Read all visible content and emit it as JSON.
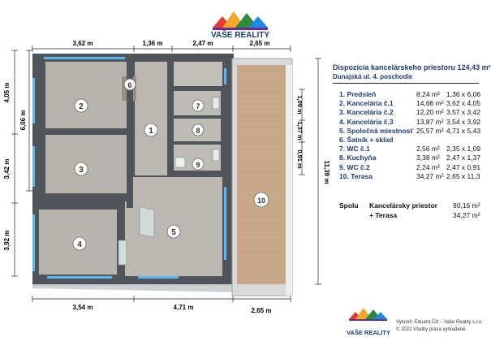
{
  "brand": {
    "name": "VAŠE REALITY",
    "colors": [
      "#e53935",
      "#f4a52a",
      "#2e8b3c",
      "#1e88e5",
      "#6a2c91"
    ]
  },
  "dims": {
    "top": [
      "3,62 m",
      "1,36 m",
      "2,47 m",
      "2,65 m"
    ],
    "bottom": [
      "3,54 m",
      "4,71 m",
      "2,65 m"
    ],
    "left": [
      "4,05 m",
      "6,06 m",
      "3,42 m",
      "3,92 m"
    ],
    "right": [
      "1,09 m",
      "1,37 m",
      "0,91 m",
      "11,39 m"
    ]
  },
  "room_numbers": [
    "1",
    "2",
    "3",
    "4",
    "5",
    "6",
    "7",
    "8",
    "9",
    "10"
  ],
  "legend": {
    "title": "Dispozícia kancelárskeho priestoru 124,43 m²",
    "subtitle": "Dunajská ul. 4. poschodie",
    "rooms": [
      {
        "name": "1.  Predsieň",
        "area": "8,24 m²",
        "dims": "1,36 x 6,06"
      },
      {
        "name": "2.  Kancelária č.1",
        "area": "14,66 m²",
        "dims": "3,62 x 4,05"
      },
      {
        "name": "3.  Kancelária č.2",
        "area": "12,20 m²",
        "dims": "3,57 x 3,42"
      },
      {
        "name": "4.  Kancelária č.3",
        "area": "13,87 m²",
        "dims": "3,54 x 3,92"
      },
      {
        "name": "5.  Spoločná miestnosť",
        "area": "25,57 m²",
        "dims": "4,71 x 5,43"
      },
      {
        "name": "6.  Šatník + sklad",
        "area": "",
        "dims": ""
      },
      {
        "name": "7.  WC č.1",
        "area": "2,56 m²",
        "dims": "2,35 x 1,09"
      },
      {
        "name": "8.  Kuchyňa",
        "area": "3,38 m²",
        "dims": "2,47 x 1,37"
      },
      {
        "name": "9.  WC č.2",
        "area": "2,24 m²",
        "dims": "2,47 x 0,91"
      },
      {
        "name": "10.  Terasa",
        "area": "34,27 m²",
        "dims": "2,65 x 11,3"
      }
    ]
  },
  "summary": {
    "label": "Spolu",
    "office_label": "Kancelársky priestor",
    "office_area": "90,16 m²",
    "terrace_label": "+ Terasa",
    "terrace_area": "34,27 m²"
  },
  "credit": {
    "line1": "Vytvoril: Eduard Čiž – Vaše Reality s.r.o.",
    "line2": "© 2022 Všetky práva vyhradené"
  }
}
